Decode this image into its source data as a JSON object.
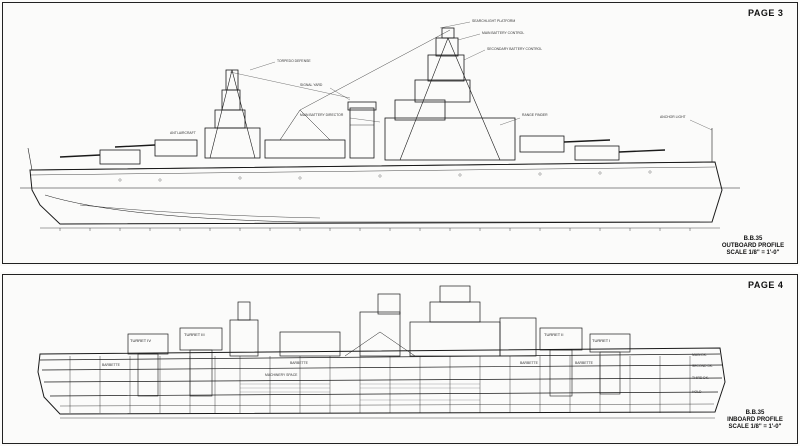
{
  "outboard": {
    "page_label": "PAGE 3",
    "title_lines": [
      "B.B.35",
      "OUTBOARD PROFILE",
      "SCALE 1/8\" = 1'-0\""
    ],
    "callouts": [
      "SEARCHLIGHT PLATFORM",
      "MAIN BATTERY CONTROL",
      "SECONDARY BATTERY CONTROL",
      "TORPEDO DEFENSE",
      "SIGNAL YARD",
      "ANCHOR LIGHT",
      "RANGE FINDER",
      "MAIN BATTERY DIRECTOR",
      "ANTI-AIRCRAFT"
    ]
  },
  "inboard": {
    "page_label": "PAGE 4",
    "title_lines": [
      "B.B.35",
      "INBOARD PROFILE",
      "SCALE 1/8\" = 1'-0\""
    ],
    "turret_labels": [
      "TURRET I",
      "TURRET II",
      "TURRET III",
      "TURRET IV"
    ],
    "compartment_labels": [
      "BARBETTE",
      "MACHINERY SPACE",
      "BARBETTE",
      "BARBETTE",
      "BARBETTE"
    ],
    "deck_labels": [
      "MAIN DK.",
      "SECOND DK.",
      "THIRD DK.",
      "HOLD"
    ]
  },
  "colors": {
    "ink": "#1a1a1a",
    "paper": "#fbfbfa"
  }
}
